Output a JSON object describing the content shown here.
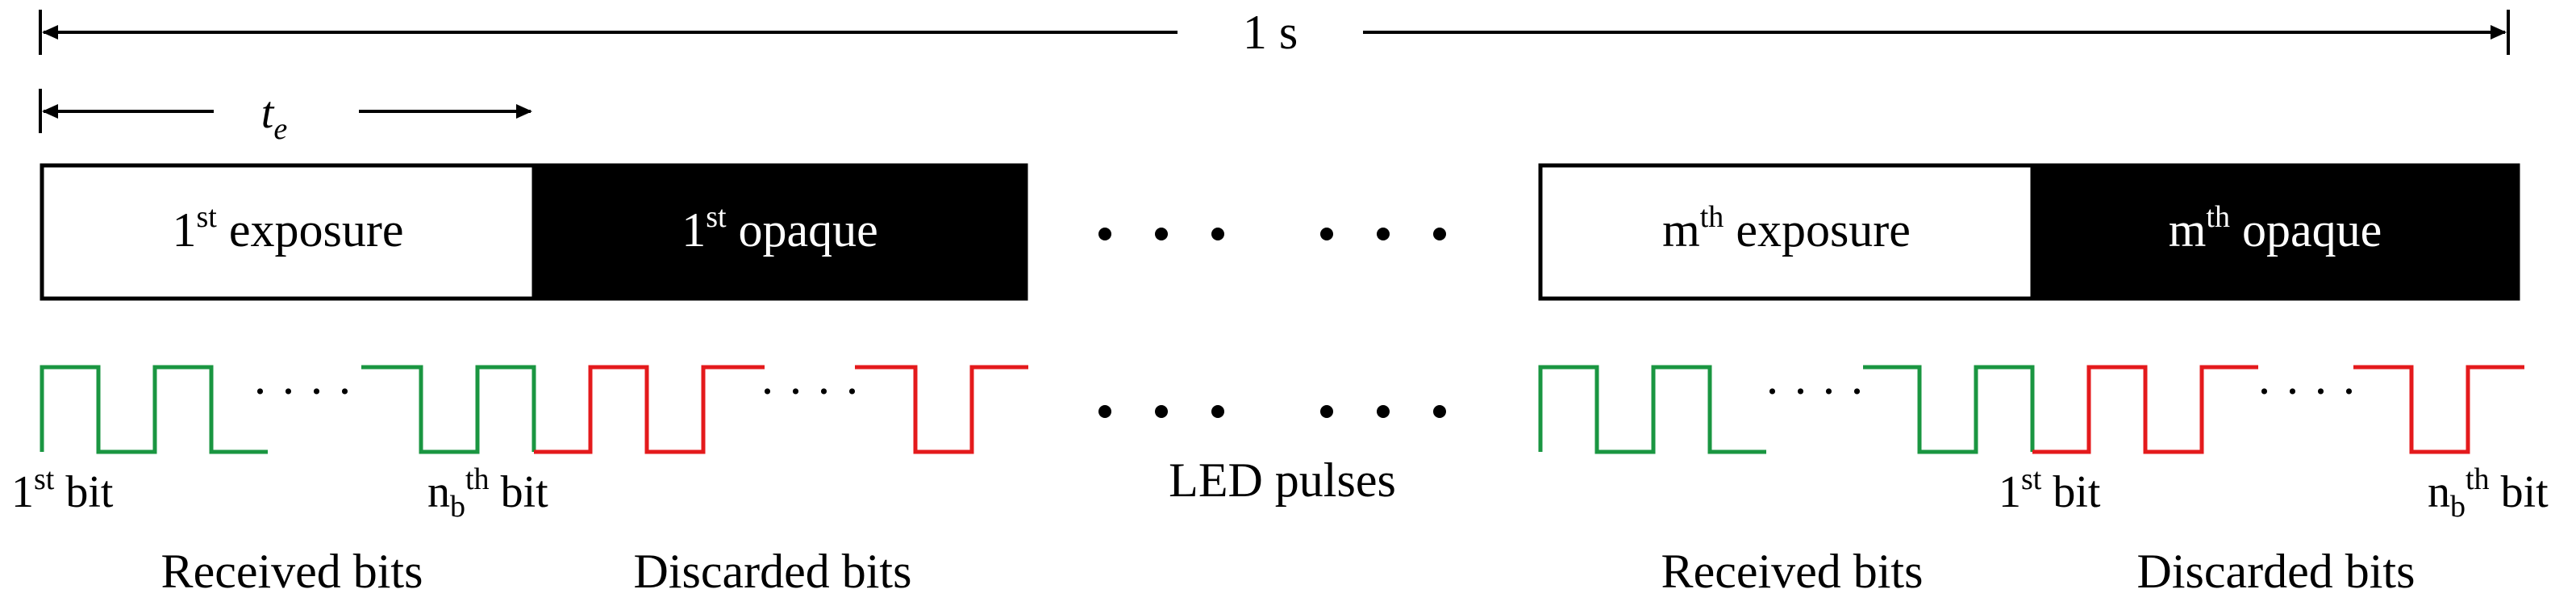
{
  "timeline": {
    "total_label": "1 s",
    "exposure_time_label": "t",
    "exposure_time_sub": "e"
  },
  "blocks": {
    "first_exposure": {
      "num": "1",
      "sup": "st",
      "text": " exposure"
    },
    "first_opaque": {
      "num": "1",
      "sup": "st",
      "text": " opaque"
    },
    "mth_exposure": {
      "num": "m",
      "sup": "th",
      "text": " exposure"
    },
    "mth_opaque": {
      "num": "m",
      "sup": "th",
      "text": " opaque"
    },
    "gap_dots": "• • • • • •"
  },
  "pulses": {
    "dots": "· · · ·",
    "center_label": "LED pulses",
    "first_bit": {
      "num": "1",
      "sup": "st",
      "text": " bit"
    },
    "last_bit": {
      "num": "n",
      "sub": "b",
      "sup": "th",
      "text": " bit"
    },
    "received_label": "Received bits",
    "discarded_label": "Discarded bits"
  },
  "colors": {
    "received": "#1a9641",
    "discarded": "#e41a1c",
    "opaque_fill": "#000000",
    "line": "#000000"
  }
}
